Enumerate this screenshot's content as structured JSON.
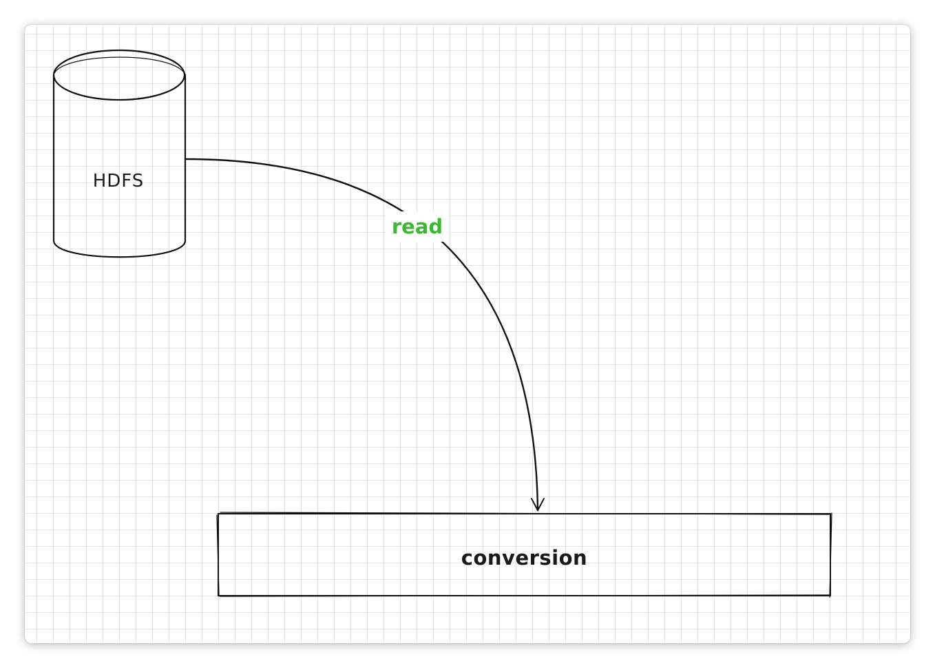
{
  "diagram": {
    "nodes": [
      {
        "id": "hdfs",
        "shape": "cylinder",
        "label": "HDFS"
      },
      {
        "id": "conversion",
        "shape": "rectangle",
        "label": "conversion"
      }
    ],
    "edges": [
      {
        "from": "hdfs",
        "to": "conversion",
        "label": "read",
        "label_color": "#3cb832",
        "style": "curved-arrow"
      }
    ]
  },
  "colors": {
    "stroke": "#111111",
    "edge_label": "#3cb832",
    "grid": "#e4e4e4",
    "background": "#ffffff"
  }
}
